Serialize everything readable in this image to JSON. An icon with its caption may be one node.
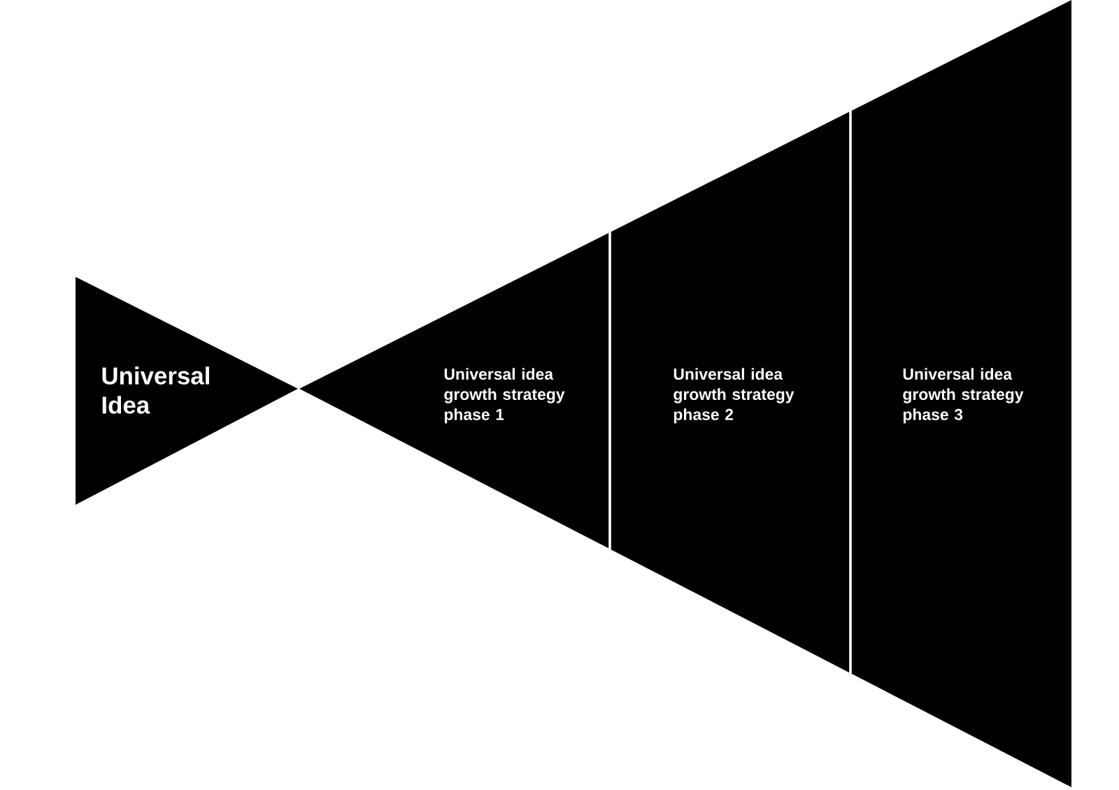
{
  "diagram": {
    "nodes": [
      {
        "text": [
          "Universal Idea"
        ]
      },
      {
        "text": [
          "Universal idea growth strategy phase 1"
        ]
      },
      {
        "text": [
          "Universal idea growth strategy phase 2"
        ]
      },
      {
        "text": [
          "Universal idea growth strategy phase 3"
        ]
      }
    ]
  }
}
